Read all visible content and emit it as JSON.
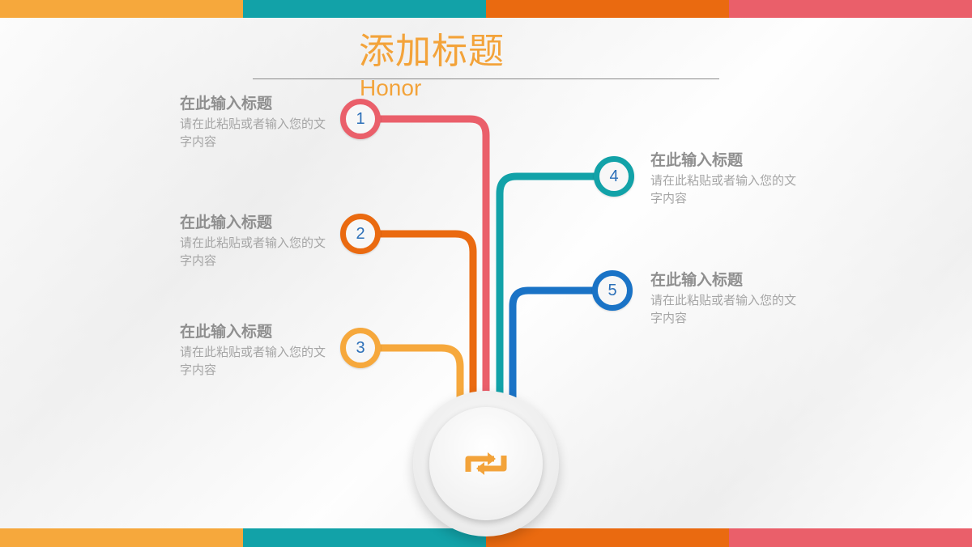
{
  "colors": {
    "orange_light": "#f6a83c",
    "teal": "#12a2a8",
    "orange_dark": "#ea6a10",
    "pink": "#ea5f6a",
    "blue": "#1a73c6",
    "title": "#f3a33a"
  },
  "header": {
    "title": "添加标题",
    "subtitle": "Honor"
  },
  "items": [
    {
      "number": "1",
      "heading": "在此输入标题",
      "text": "请在此粘贴或者输入您的文字内容",
      "color": "#ea5f6a"
    },
    {
      "number": "2",
      "heading": "在此输入标题",
      "text": "请在此粘贴或者输入您的文字内容",
      "color": "#ea6a10"
    },
    {
      "number": "3",
      "heading": "在此输入标题",
      "text": "请在此粘贴或者输入您的文字内容",
      "color": "#f6a83c"
    },
    {
      "number": "4",
      "heading": "在此输入标题",
      "text": "请在此粘贴或者输入您的文字内容",
      "color": "#12a2a8"
    },
    {
      "number": "5",
      "heading": "在此输入标题",
      "text": "请在此粘贴或者输入您的文字内容",
      "color": "#1a73c6"
    }
  ],
  "hub": {
    "icon": "swap-arrows-icon"
  }
}
